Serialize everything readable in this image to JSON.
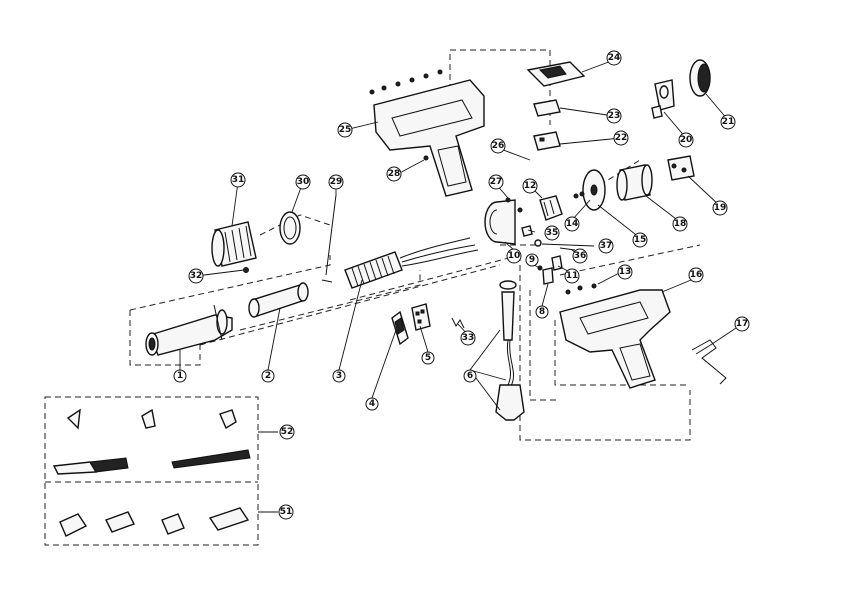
{
  "callouts": [
    {
      "id": "1",
      "label": "1"
    },
    {
      "id": "2",
      "label": "2"
    },
    {
      "id": "3",
      "label": "3"
    },
    {
      "id": "4",
      "label": "4"
    },
    {
      "id": "5",
      "label": "5"
    },
    {
      "id": "6",
      "label": "6"
    },
    {
      "id": "8",
      "label": "8"
    },
    {
      "id": "9",
      "label": "9"
    },
    {
      "id": "10",
      "label": "10"
    },
    {
      "id": "11",
      "label": "11"
    },
    {
      "id": "12",
      "label": "12"
    },
    {
      "id": "13",
      "label": "13"
    },
    {
      "id": "14",
      "label": "14"
    },
    {
      "id": "15",
      "label": "15"
    },
    {
      "id": "16",
      "label": "16"
    },
    {
      "id": "17",
      "label": "17"
    },
    {
      "id": "18",
      "label": "18"
    },
    {
      "id": "19",
      "label": "19"
    },
    {
      "id": "20",
      "label": "20"
    },
    {
      "id": "21",
      "label": "21"
    },
    {
      "id": "22",
      "label": "22"
    },
    {
      "id": "23",
      "label": "23"
    },
    {
      "id": "24",
      "label": "24"
    },
    {
      "id": "25",
      "label": "25"
    },
    {
      "id": "26",
      "label": "26"
    },
    {
      "id": "27",
      "label": "27"
    },
    {
      "id": "28",
      "label": "28"
    },
    {
      "id": "29",
      "label": "29"
    },
    {
      "id": "30",
      "label": "30"
    },
    {
      "id": "31",
      "label": "31"
    },
    {
      "id": "32",
      "label": "32"
    },
    {
      "id": "33",
      "label": "33"
    },
    {
      "id": "35",
      "label": "35"
    },
    {
      "id": "36",
      "label": "36"
    },
    {
      "id": "37",
      "label": "37"
    },
    {
      "id": "51",
      "label": "51"
    },
    {
      "id": "52",
      "label": "52"
    }
  ]
}
